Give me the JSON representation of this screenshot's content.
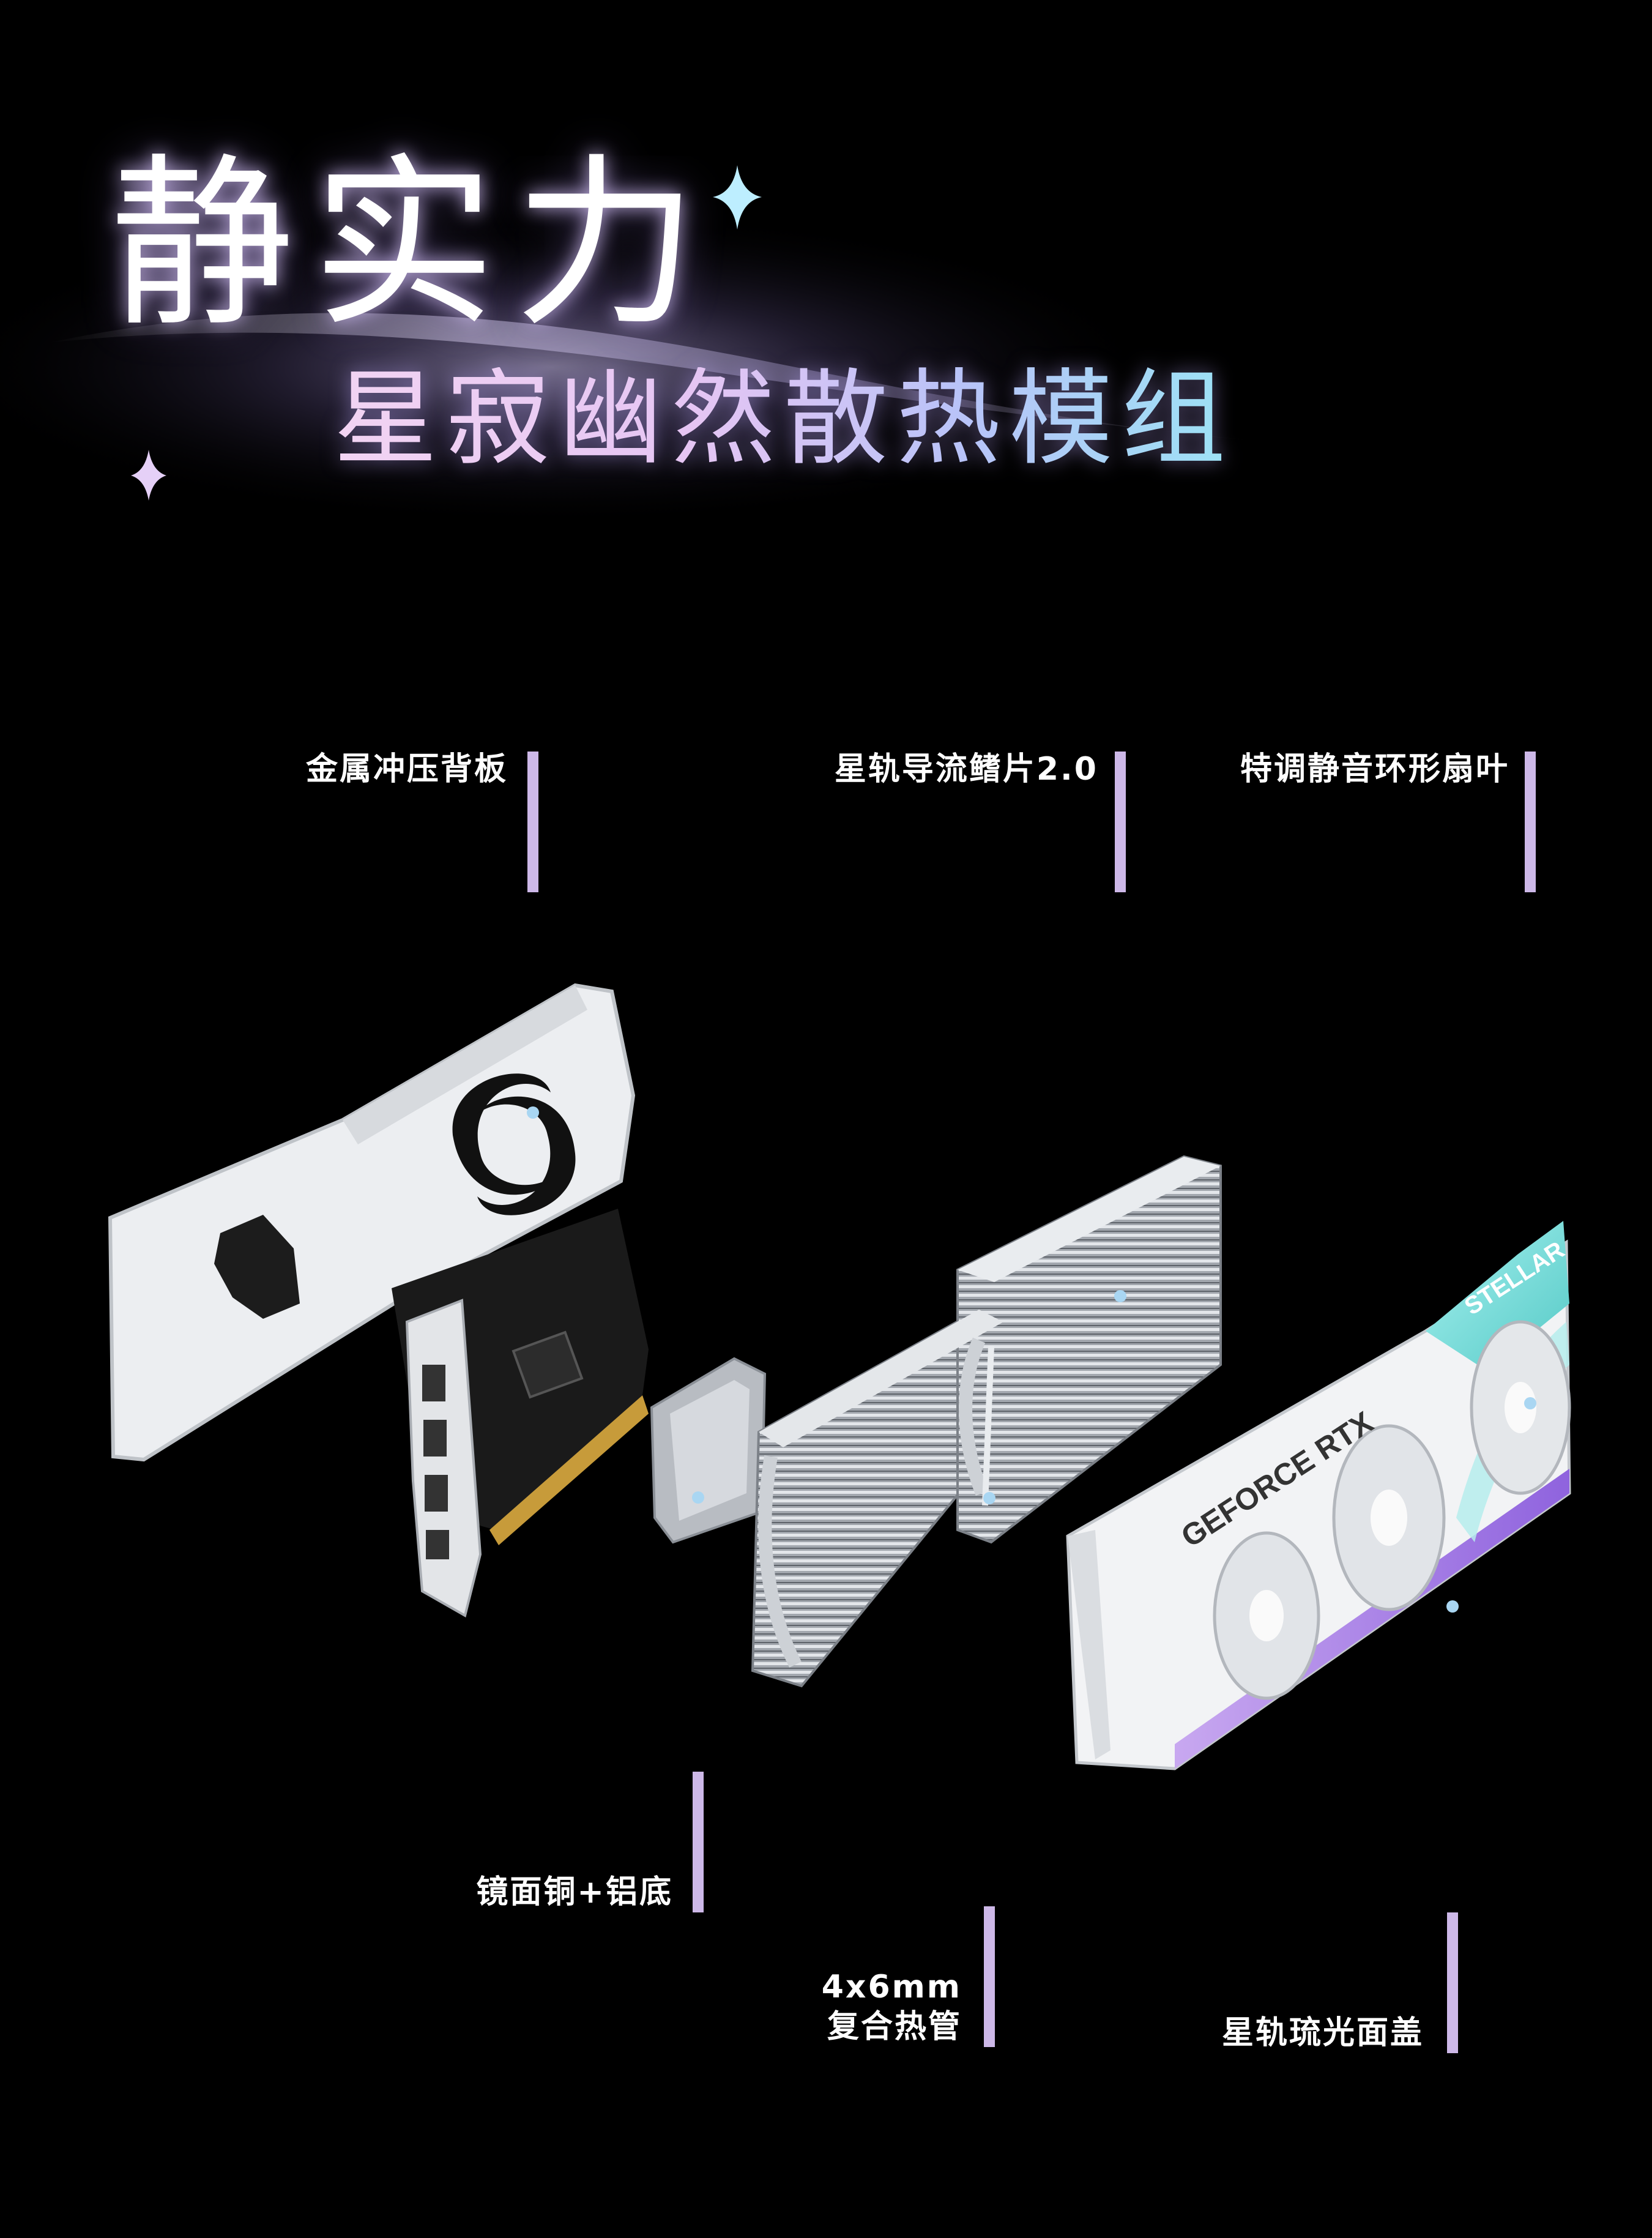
{
  "heading": {
    "title": "静实力",
    "subtitle": "星寂幽然散热模组"
  },
  "labels": {
    "backplate": "金属冲压背板",
    "fins": "星轨导流鳍片2.0",
    "fan_blades": "特调静音环形扇叶",
    "base": "镜面铜+铝底",
    "heatpipe_line1": "4x6mm",
    "heatpipe_line2": "复合热管",
    "shroud": "星轨琉光面盖"
  },
  "product_marks": {
    "shroud_text": "GEFORCE RTX",
    "brand_tag": "STELLAR"
  },
  "colors": {
    "background": "#000000",
    "line_lavender": "#c9b6e6",
    "line_blue": "#9fd3f0",
    "accent_teal": "#7fe0e0",
    "accent_purple": "#9b6ee0"
  }
}
